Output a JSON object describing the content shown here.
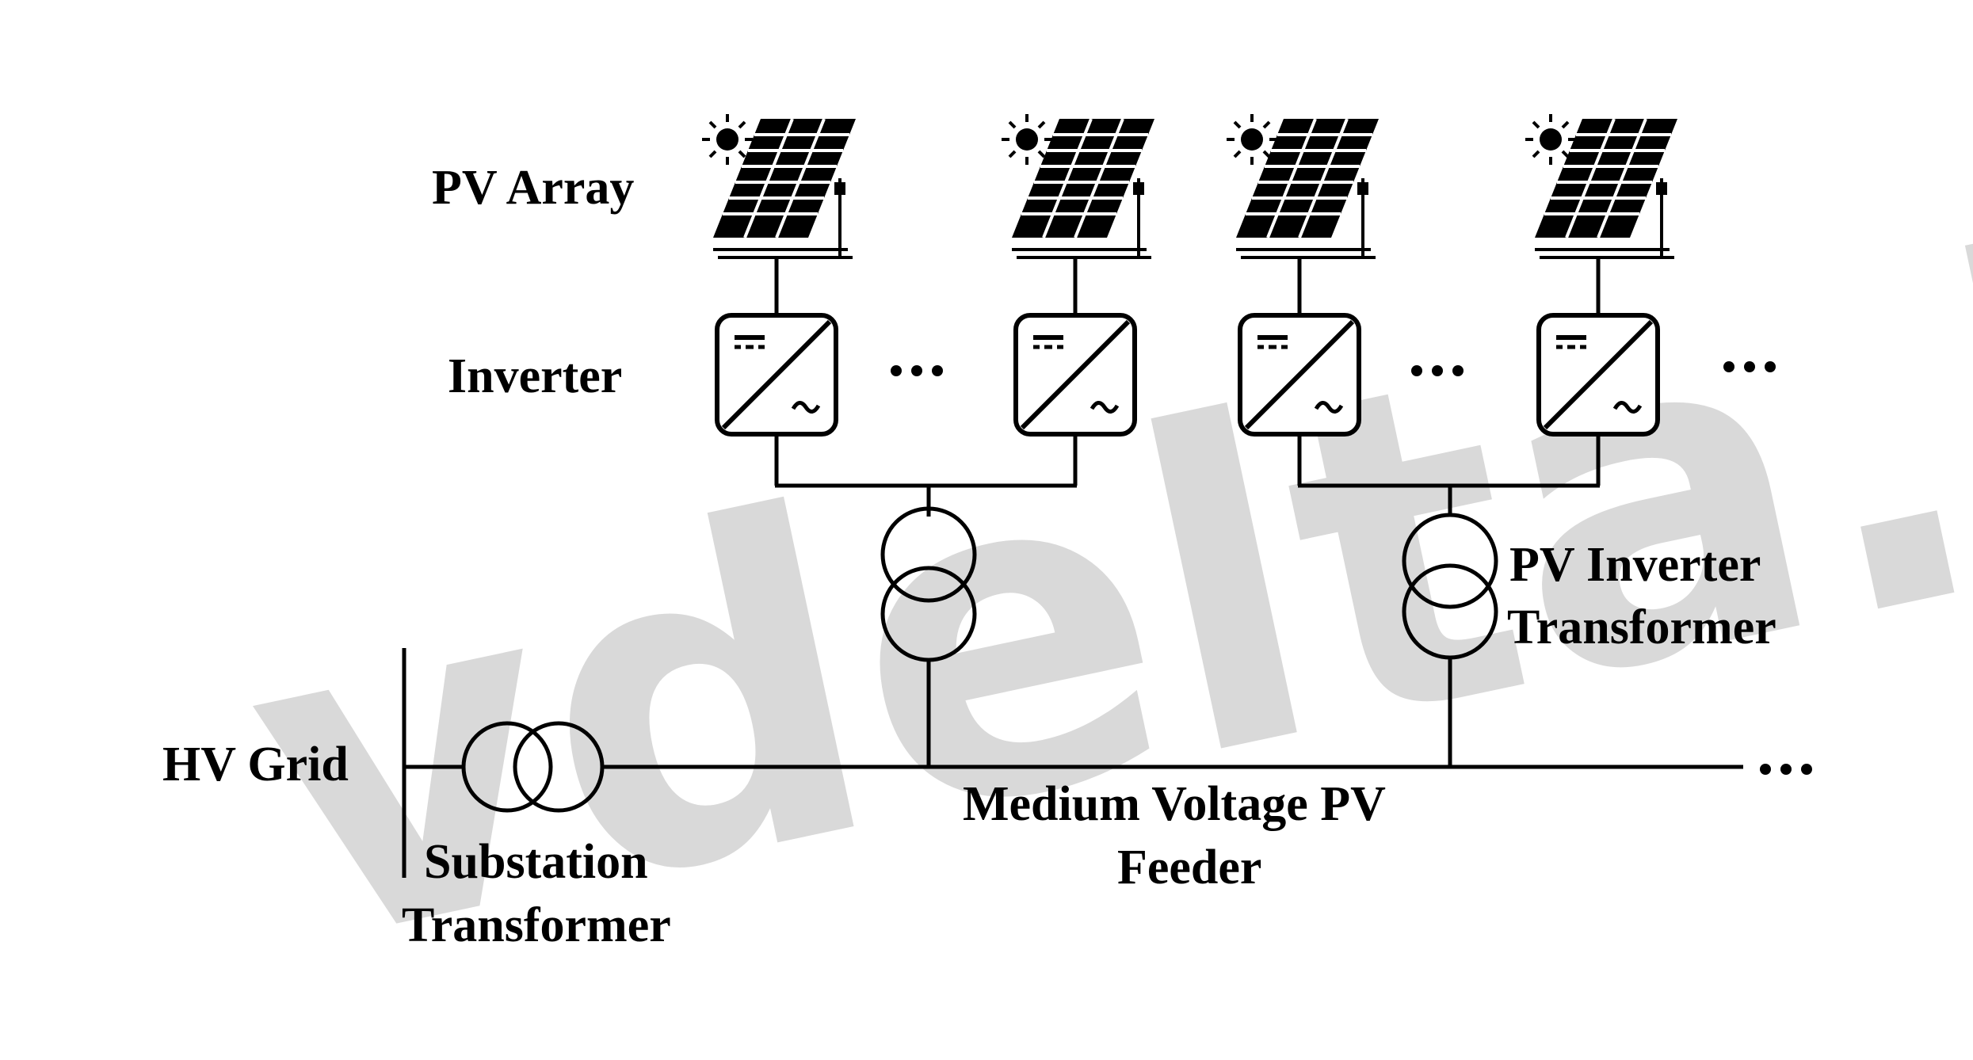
{
  "labels": {
    "pv_array": "PV Array",
    "inverter": "Inverter",
    "pv_inverter_transformer_line1": "PV Inverter",
    "pv_inverter_transformer_line2": "Transformer",
    "hv_grid": "HV Grid",
    "substation_transformer_line1": "Substation",
    "substation_transformer_line2": "Transformer",
    "feeder_line1": "Medium Voltage PV",
    "feeder_line2": "Feeder"
  },
  "ellipsis": "• • •",
  "inverter_symbols": {
    "dc": "=",
    "ac": "~"
  },
  "watermark": "vdelta.ir",
  "colors": {
    "line": "#000000",
    "watermark": "#d9d9d9",
    "background": "#ffffff"
  },
  "icons": [
    "sun-icon",
    "solar-panel-icon",
    "inverter-icon",
    "transformer-icon"
  ]
}
